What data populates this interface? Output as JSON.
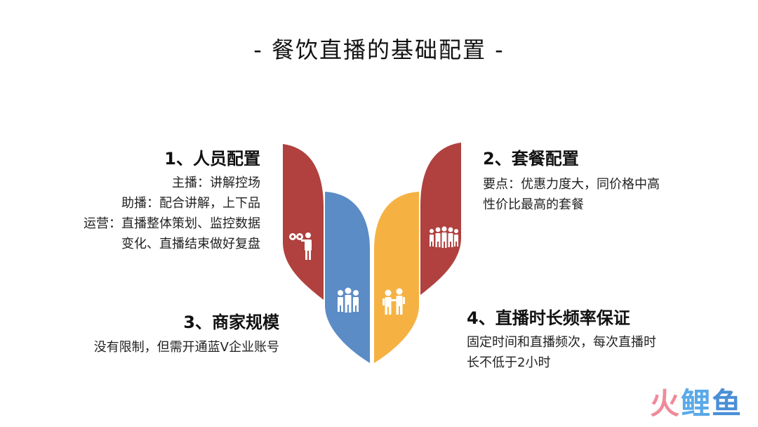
{
  "title": "-  餐饮直播的基础配置  -",
  "sections": [
    {
      "heading": "1、人员配置",
      "lines": [
        "主播：讲解控场",
        "助播：配合讲解，上下品",
        "运营：直播整体策划、监控数据",
        "变化、直播结束做好复盘"
      ],
      "icon": "binoculars-person-icon",
      "color": "#b0413f"
    },
    {
      "heading": "2、套餐配置",
      "lines": [
        "要点：优惠力度大，同价格中高",
        "性价比最高的套餐"
      ],
      "icon": "group-people-icon",
      "color": "#b0413f"
    },
    {
      "heading": "3、商家规模",
      "lines": [
        "没有限制，但需开通蓝V企业账号"
      ],
      "icon": "team-icon",
      "color": "#5b8cc6"
    },
    {
      "heading": "4、直播时长频率保证",
      "lines": [
        "固定时间和直播频次，每次直播时",
        "长不低于2小时"
      ],
      "icon": "couple-icon",
      "color": "#f5b243"
    }
  ],
  "watermark": {
    "part1": "火",
    "part2": "鲤",
    "part3": "鱼"
  }
}
